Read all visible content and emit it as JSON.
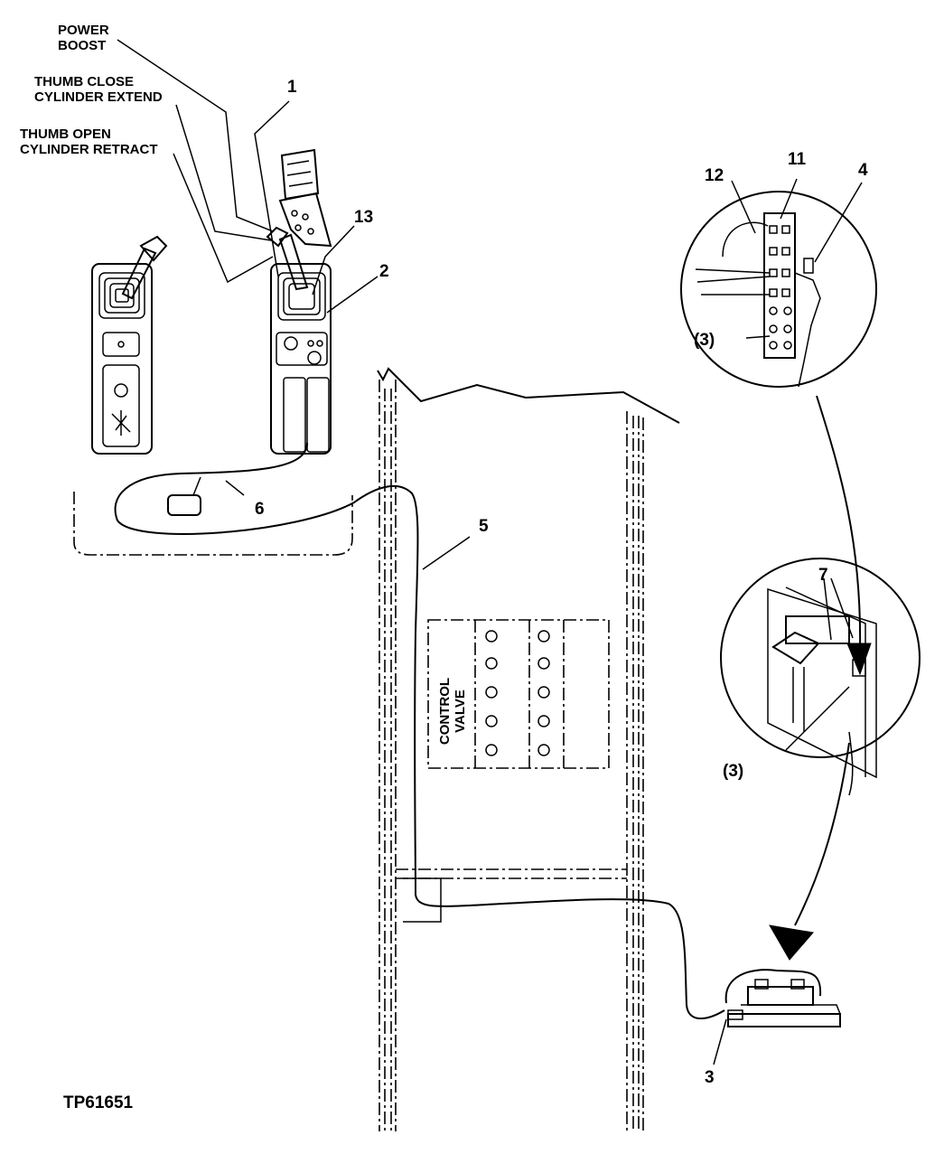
{
  "callouts": {
    "power_boost": [
      "POWER",
      "BOOST"
    ],
    "thumb_close": [
      "THUMB CLOSE",
      "CYLINDER EXTEND"
    ],
    "thumb_open": [
      "THUMB OPEN",
      "CYLINDER RETRACT"
    ],
    "control_valve": [
      "CONTROL",
      "VALVE"
    ]
  },
  "numbers": {
    "n1": "1",
    "n2": "2",
    "n3": "3",
    "n3a": "(3)",
    "n3b": "(3)",
    "n4": "4",
    "n5": "5",
    "n6": "6",
    "n7": "7",
    "n11": "11",
    "n12": "12",
    "n13": "13"
  },
  "figure_id": "TP61651"
}
